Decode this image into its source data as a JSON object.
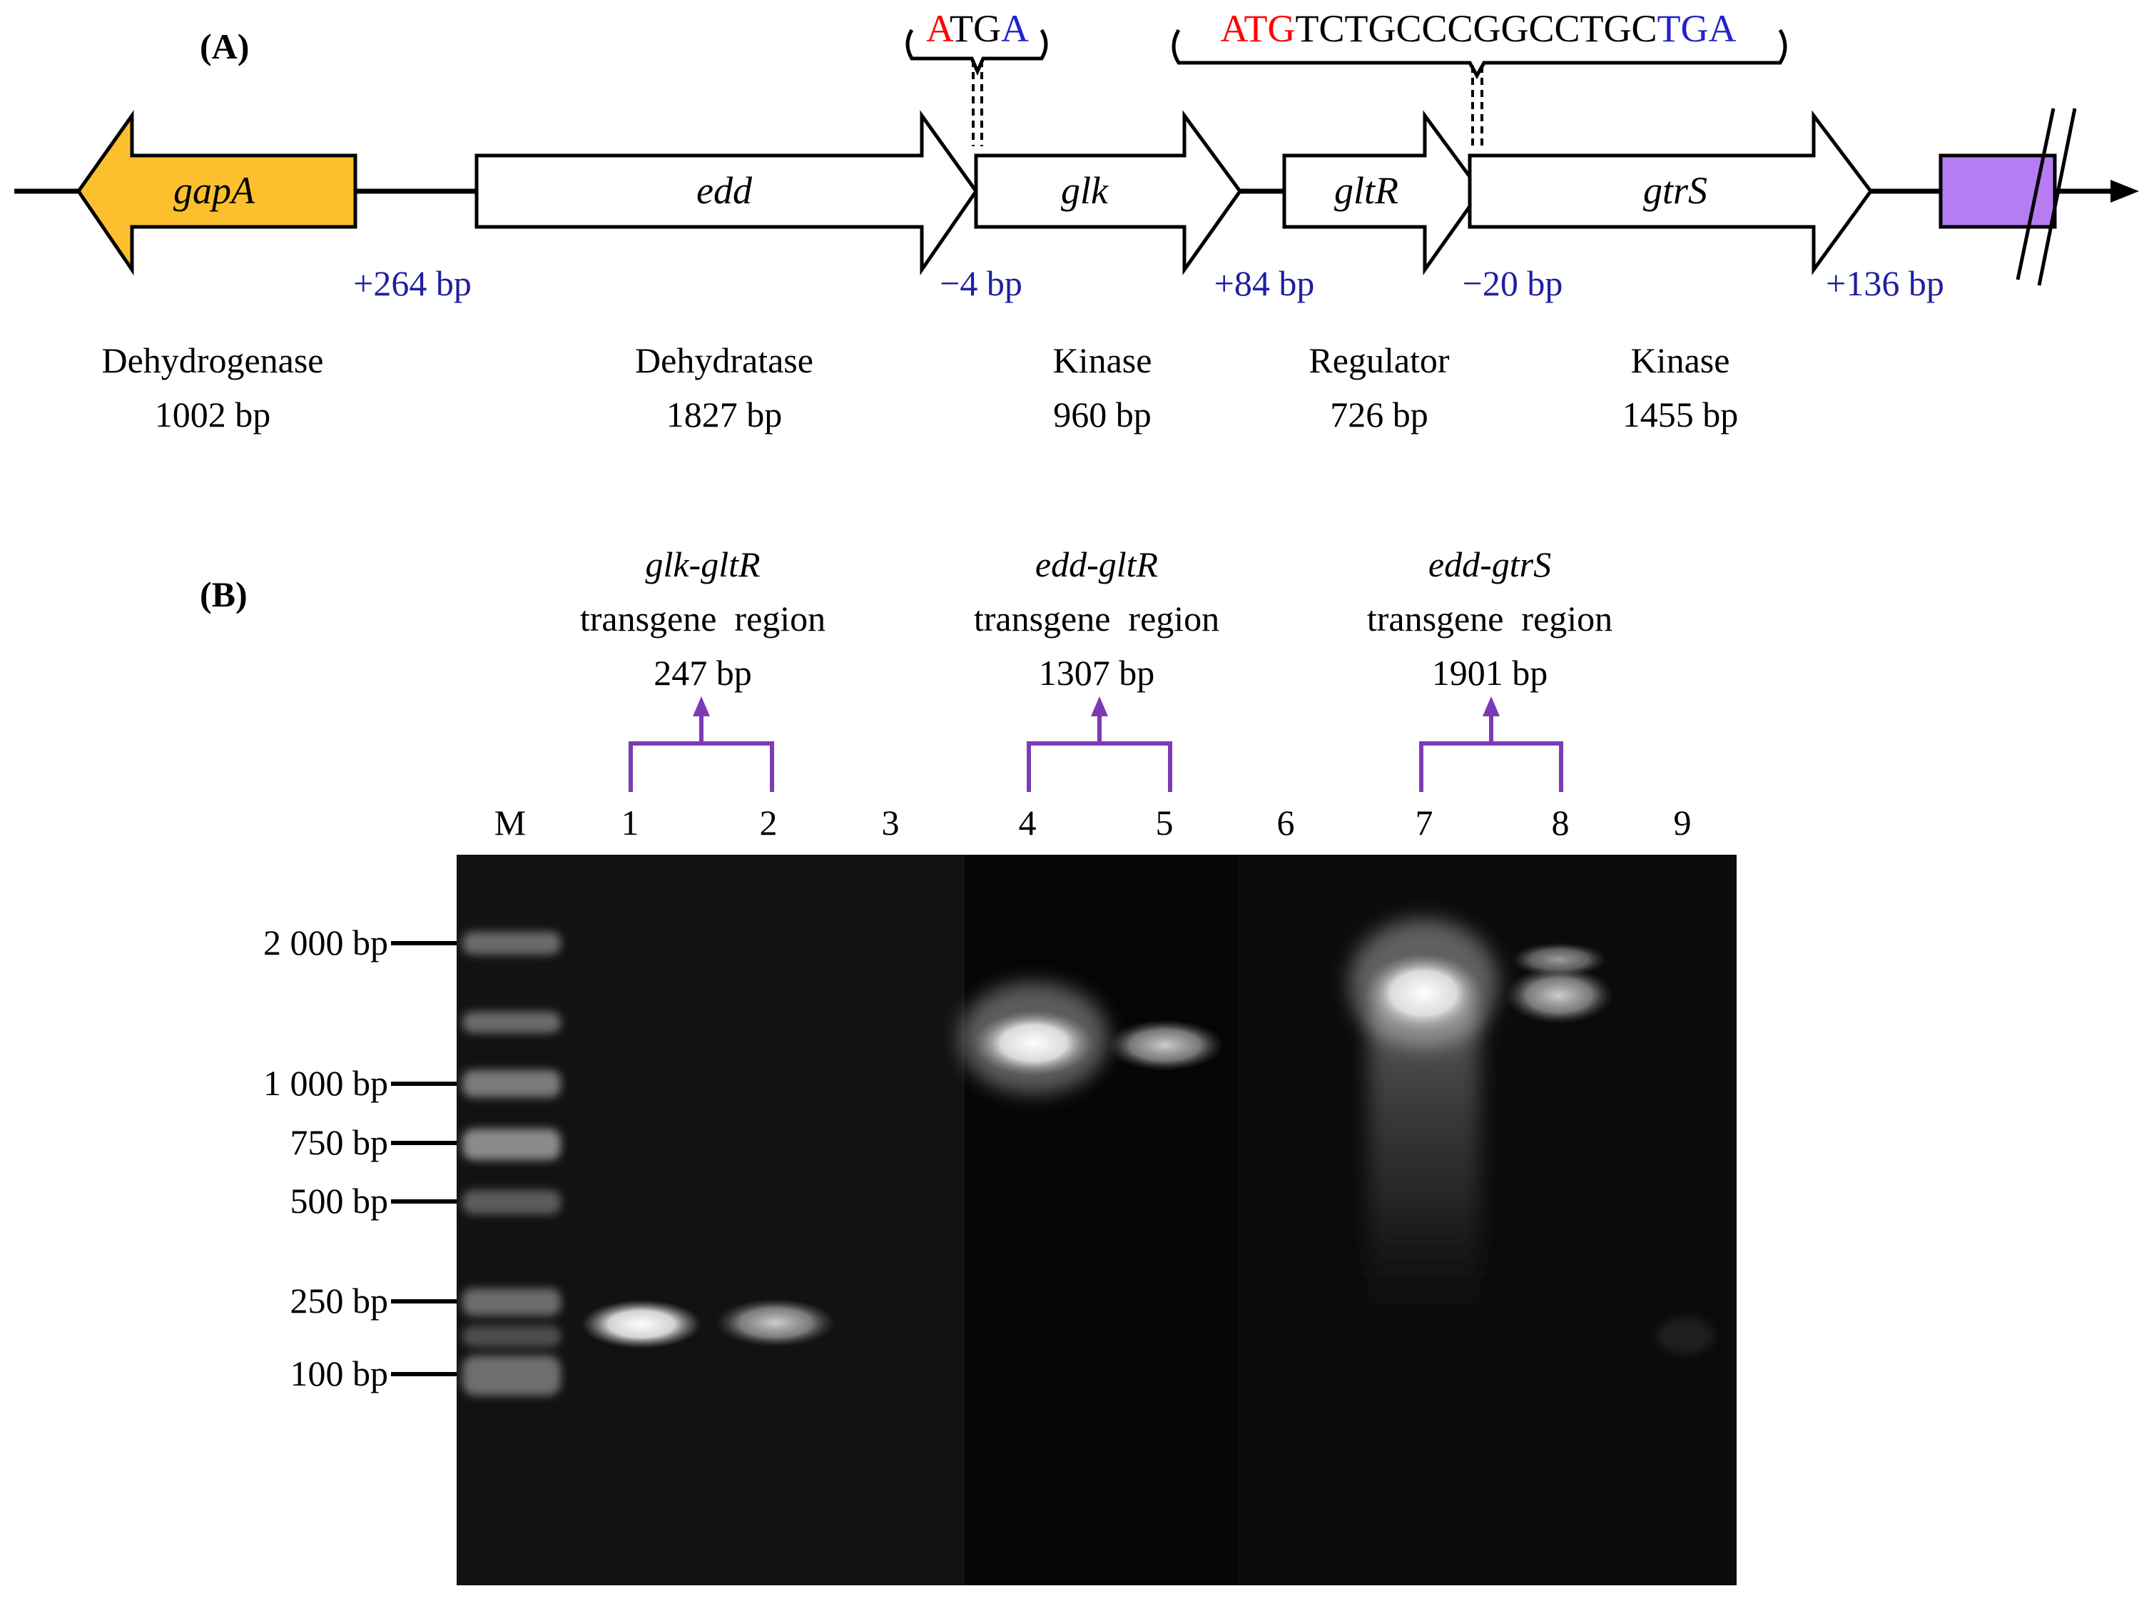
{
  "panel_a": {
    "label": "(A)",
    "genes": [
      {
        "name": "gapA",
        "function": "Dehydrogenase",
        "length": "1002 bp"
      },
      {
        "name": "edd",
        "function": "Dehydratase",
        "length": "1827 bp"
      },
      {
        "name": "glk",
        "function": "Kinase",
        "length": "960 bp"
      },
      {
        "name": "gltR",
        "function": "Regulator",
        "length": "726 bp"
      },
      {
        "name": "gtrS",
        "function": "Kinase",
        "length": "1455 bp"
      }
    ],
    "intergenic": [
      "+264 bp",
      "−4 bp",
      "+84 bp",
      "−20 bp",
      "+136 bp"
    ],
    "overlap_1": {
      "start": "A",
      "mid": "TG",
      "end": "A"
    },
    "overlap_2": {
      "start": "ATG",
      "mid": "TCTGCCCGGCCTGC",
      "end": "TGA"
    },
    "colors": {
      "gapA": "#FCC02E",
      "end_block": "#B67CF2",
      "start_codon": "#FF0000",
      "stop_codon": "#2222CC",
      "bp_label": "#1F1FA0",
      "bracket": "#7B3BB5"
    }
  },
  "panel_b": {
    "label": "(B)",
    "groups": [
      {
        "title": "glk-gltR",
        "subtitle": "transgene  region",
        "size": "247 bp"
      },
      {
        "title": "edd-gltR",
        "subtitle": "transgene  region",
        "size": "1307 bp"
      },
      {
        "title": "edd-gtrS",
        "subtitle": "transgene  region",
        "size": "1901 bp"
      }
    ],
    "lanes": [
      "M",
      "1",
      "2",
      "3",
      "4",
      "5",
      "6",
      "7",
      "8",
      "9"
    ],
    "markers": [
      "2 000 bp",
      "1 000 bp",
      "750 bp",
      "500 bp",
      "250 bp",
      "100 bp"
    ]
  }
}
